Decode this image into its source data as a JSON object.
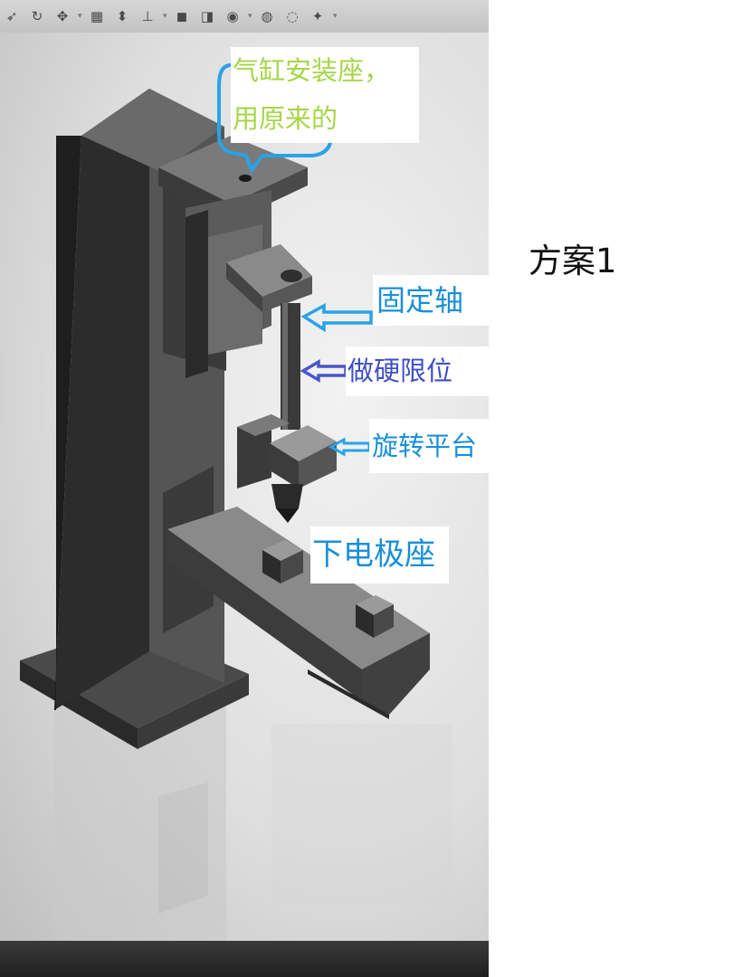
{
  "toolbar": {
    "icons": [
      {
        "name": "arrow-icon",
        "glyph": "➶"
      },
      {
        "name": "rotate-icon",
        "glyph": "↻"
      },
      {
        "name": "pan-icon",
        "glyph": "✥"
      },
      {
        "name": "section-view-icon",
        "glyph": "▦"
      },
      {
        "name": "view-orientation-icon",
        "glyph": "⬍"
      },
      {
        "name": "axis-icon",
        "glyph": "⊥"
      },
      {
        "name": "display-style-icon",
        "glyph": "◼"
      },
      {
        "name": "hide-show-icon",
        "glyph": "◨"
      },
      {
        "name": "appearance-icon",
        "glyph": "◉"
      },
      {
        "name": "scene-icon",
        "glyph": "◍"
      },
      {
        "name": "lights-icon",
        "glyph": "◌"
      },
      {
        "name": "realview-icon",
        "glyph": "✦"
      }
    ]
  },
  "annotations": {
    "cylinder_mount": "气缸安装座，\n用原来的",
    "fixed_shaft": "固定轴",
    "hard_limit": "做硬限位",
    "rotating_platform": "旋转平台",
    "lower_electrode_seat": "下电极座"
  },
  "title": "方案1",
  "colors": {
    "green_label": "#a6d64a",
    "blue_label": "#1a8fd8",
    "indigo_label": "#3e4ec6",
    "callout_blue": "#29a3e6",
    "arrow_indigo": "#4a55c8"
  }
}
